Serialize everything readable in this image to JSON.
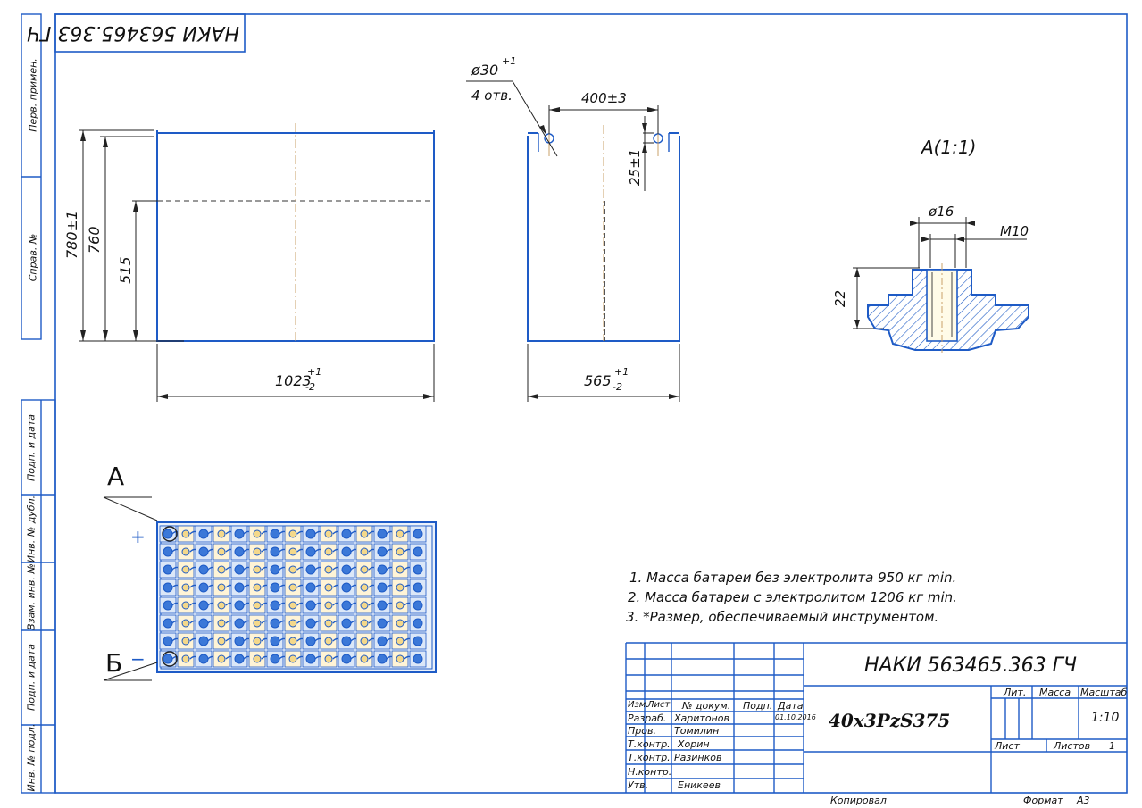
{
  "drawing_number": "НАКИ 563465.363 ГЧ",
  "drawing_number_mirrored": "НАКИ 563465.363 ГЧ",
  "product_name": "40x3PzS375",
  "side_labels": {
    "perv_primen": "Перв. примен.",
    "sprav_no": "Справ. №",
    "podp_data_1": "Подп. и дата",
    "inv_dubl": "Инв. № дубл.",
    "vzam_inv": "Взам. инв. №",
    "podp_data_2": "Подп. и дата",
    "inv_podl": "Инв. № подл."
  },
  "dimensions": {
    "h780": "780±1",
    "h760": "760",
    "h515": "515",
    "len_base": "1023",
    "len_tol_up": "+1",
    "len_tol_down": "-2",
    "w_base": "565",
    "w_tol_up": "+1",
    "w_tol_down": "-2",
    "hole_dia": "ø30",
    "hole_tol": "+1",
    "hole_count": "4 отв.",
    "hole_spacing": "400±3",
    "hole_offset": "25±1",
    "detail_title": "А(1:1)",
    "detail_dia": "ø16",
    "detail_thread": "М10",
    "detail_height": "22"
  },
  "view_labels": {
    "a": "А",
    "b": "Б",
    "plus": "+",
    "minus": "−"
  },
  "notes": [
    "1. Масса батареи без электролита 950 кг min.",
    "2. Масса батареи с электролитом 1206 кг min.",
    "3. *Размер, обеспечиваемый инструментом."
  ],
  "title_block": {
    "headers": {
      "izm": "Изм.",
      "list": "Лист",
      "doc": "№ докум.",
      "podp": "Подп.",
      "data": "Дата"
    },
    "roles": [
      "Разраб.",
      "Пров.",
      "Т.контр.",
      "Т.контр.",
      "Н.контр.",
      "Утв."
    ],
    "names": [
      "Харитонов",
      "Томилин",
      "Хорин",
      "Разинков",
      "",
      "Еникеев"
    ],
    "date": "01.10.2016",
    "lit": "Лит.",
    "massa": "Масса",
    "masshtab": "Масштаб",
    "scale": "1:10",
    "list_label": "Лист",
    "listov_label": "Листов",
    "listov_value": "1",
    "kopiroval": "Копировал",
    "format_label": "Формат",
    "format_value": "А3"
  }
}
